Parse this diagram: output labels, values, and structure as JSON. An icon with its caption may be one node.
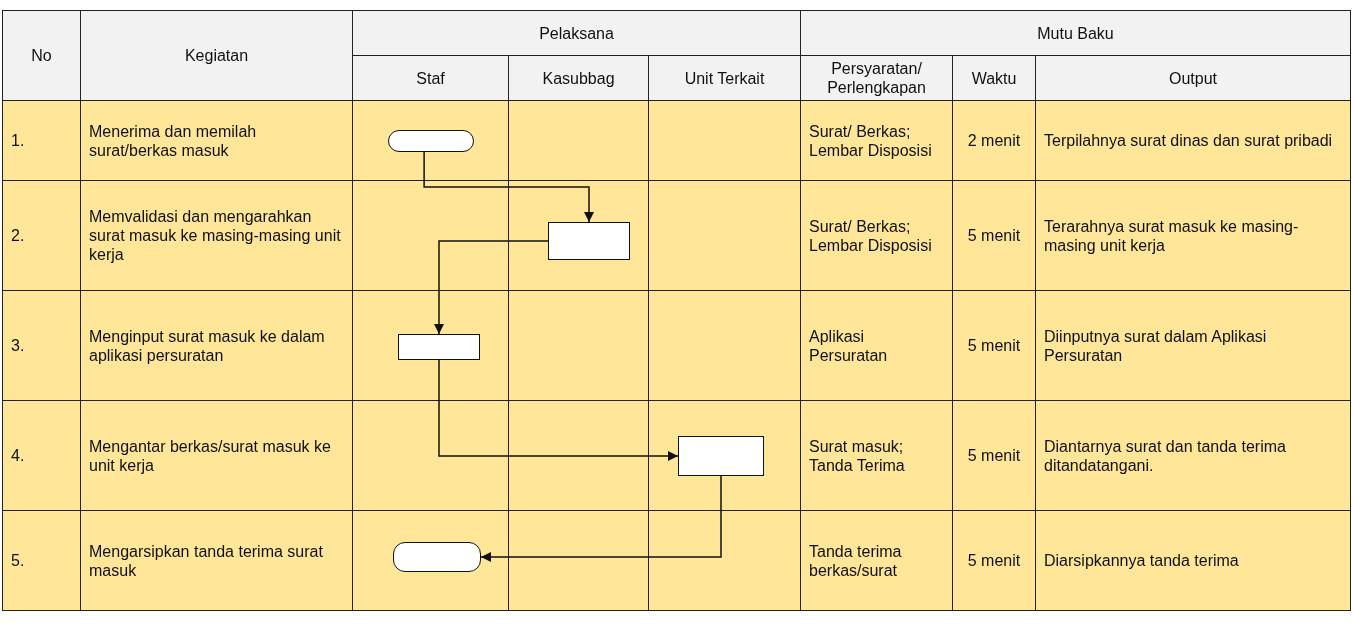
{
  "diagram": {
    "nodes": [
      {
        "text": [],
        "shape": "capsule"
      },
      {
        "text": [],
        "shape": "box"
      },
      {
        "text": [],
        "shape": "box"
      },
      {
        "text": [],
        "shape": "box"
      },
      {
        "text": [],
        "shape": "capsule"
      }
    ],
    "edges": [
      {
        "from": 0,
        "to": 1,
        "arrow": "to"
      },
      {
        "from": 1,
        "to": 2,
        "arrow": "to"
      },
      {
        "from": 2,
        "to": 3,
        "arrow": "to"
      },
      {
        "from": 3,
        "to": 4,
        "arrow": "to"
      }
    ],
    "labels": [
      "No",
      "Kegiatan",
      "Pelaksana",
      "Mutu Baku",
      "Staf",
      "Kasubbag",
      "Unit Terkait",
      "Persyaratan/ Perlengkapan",
      "Waktu",
      "Output",
      "1.",
      "Menerima dan memilah surat/berkas masuk",
      "Surat/ Berkas; Lembar Disposisi",
      "2 menit",
      "Terpilahnya surat dinas dan surat pribadi",
      "2.",
      "Memvalidasi dan mengarahkan surat masuk ke masing-masing unit kerja",
      "Surat/ Berkas; Lembar Disposisi",
      "5 menit",
      "Terarahnya surat masuk ke masing-masing unit kerja",
      "3.",
      "Menginput surat masuk ke dalam aplikasi persuratan",
      "Aplikasi Persuratan",
      "5 menit",
      "Diinputnya surat dalam Aplikasi Persuratan",
      "4.",
      "Mengantar berkas/surat masuk ke unit kerja",
      "Surat masuk; Tanda Terima",
      "5 menit",
      "Diantarnya surat dan tanda terima ditandatangani.",
      "5.",
      "Mengarsipkan tanda terima surat masuk",
      "Tanda terima berkas/surat",
      "5 menit",
      "Diarsipkannya tanda terima"
    ]
  }
}
